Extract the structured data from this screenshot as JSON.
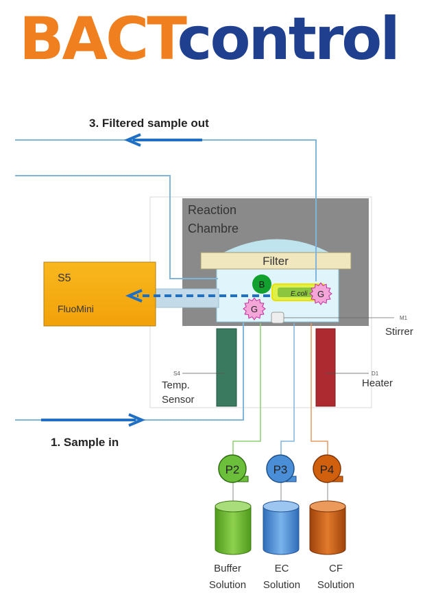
{
  "logo": {
    "part1": "BACT",
    "part2": "control",
    "part1_color": "#f07f1f",
    "part2_color": "#1f3f8f"
  },
  "flows": {
    "sample_out": "3. Filtered sample out",
    "sample_in": "1. Sample in"
  },
  "chamber": {
    "title_line1": "Reaction",
    "title_line2": "Chambre",
    "filter": "Filter"
  },
  "detector": {
    "name": "S5",
    "model": "FluoMini"
  },
  "markers": {
    "b": "B",
    "g": "G",
    "ecoli": "E.coli"
  },
  "components": {
    "stirrer": {
      "id": "M1",
      "label": "Stirrer"
    },
    "temp_sensor": {
      "id": "S4",
      "label_line1": "Temp.",
      "label_line2": "Sensor"
    },
    "heater": {
      "id": "D1",
      "label": "Heater"
    }
  },
  "pumps": [
    {
      "label": "P2",
      "color": "#6cbf3a",
      "solution_line1": "Buffer",
      "solution_line2": "Solution"
    },
    {
      "label": "P3",
      "color": "#4a8ed8",
      "solution_line1": "EC",
      "solution_line2": "Solution"
    },
    {
      "label": "P4",
      "color": "#d0600e",
      "solution_line1": "CF",
      "solution_line2": "Solution"
    }
  ]
}
